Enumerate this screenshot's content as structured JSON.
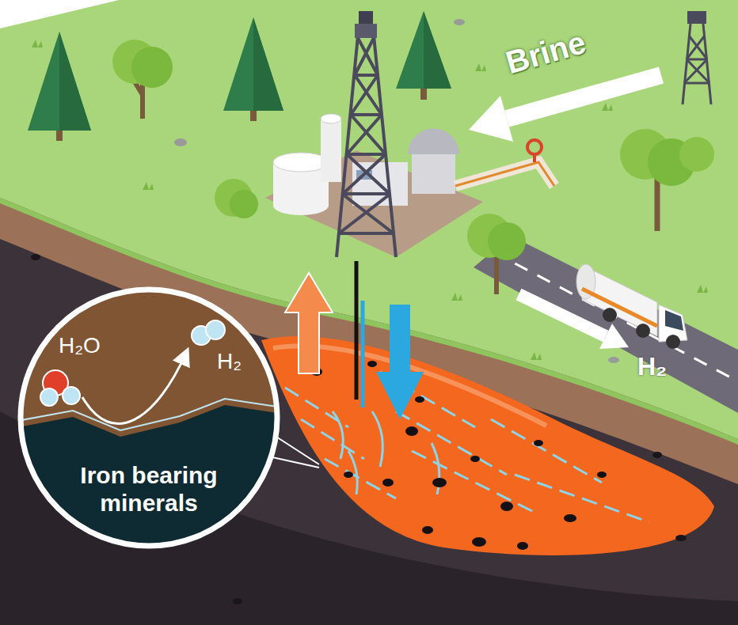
{
  "diagram": {
    "nodes": [
      {
        "text": [
          "H₂O",
          "H₂",
          "Iron bearing minerals"
        ]
      }
    ],
    "labels": [
      "Brine",
      "H₂"
    ]
  }
}
